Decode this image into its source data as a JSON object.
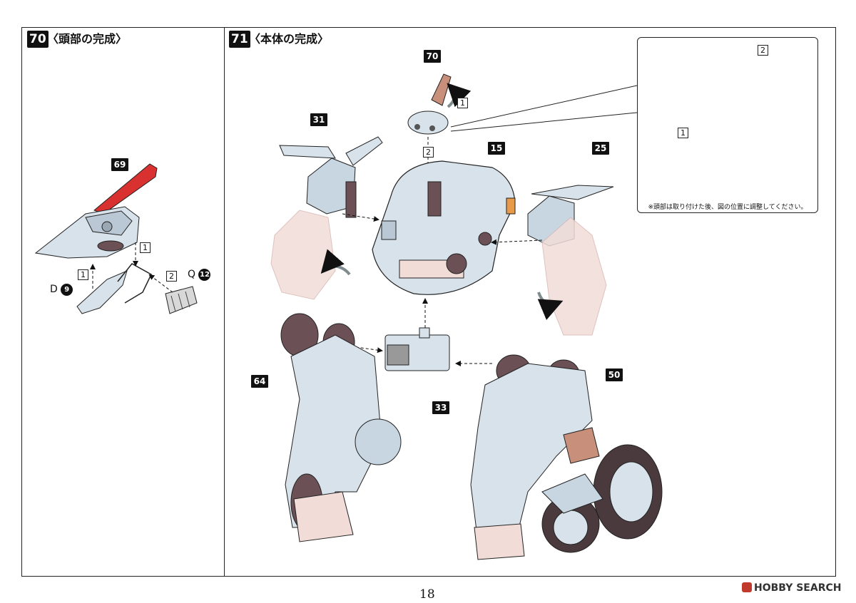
{
  "steps": [
    {
      "number": "70",
      "title": "〈頭部の完成〉"
    },
    {
      "number": "71",
      "title": "〈本体の完成〉"
    }
  ],
  "parts": {
    "p69": "69",
    "p70": "70",
    "p31": "31",
    "p15": "15",
    "p25": "25",
    "p33": "33",
    "p64": "64",
    "p50": "50"
  },
  "order_labels": {
    "one": "1",
    "two": "2"
  },
  "runners": {
    "d": {
      "letter": "D",
      "number": "9"
    },
    "q": {
      "letter": "Q",
      "number": "12"
    }
  },
  "inset_note": "※頭部は取り付けた後、図の位置に調整してください。",
  "page_number": "18",
  "watermark": "HOBBY SEARCH",
  "colors": {
    "part_blue": "#c8d6e2",
    "part_brown": "#6b5055",
    "part_pink": "#f2dcd8",
    "accent_red": "#d93030",
    "tan": "#c8907a"
  }
}
